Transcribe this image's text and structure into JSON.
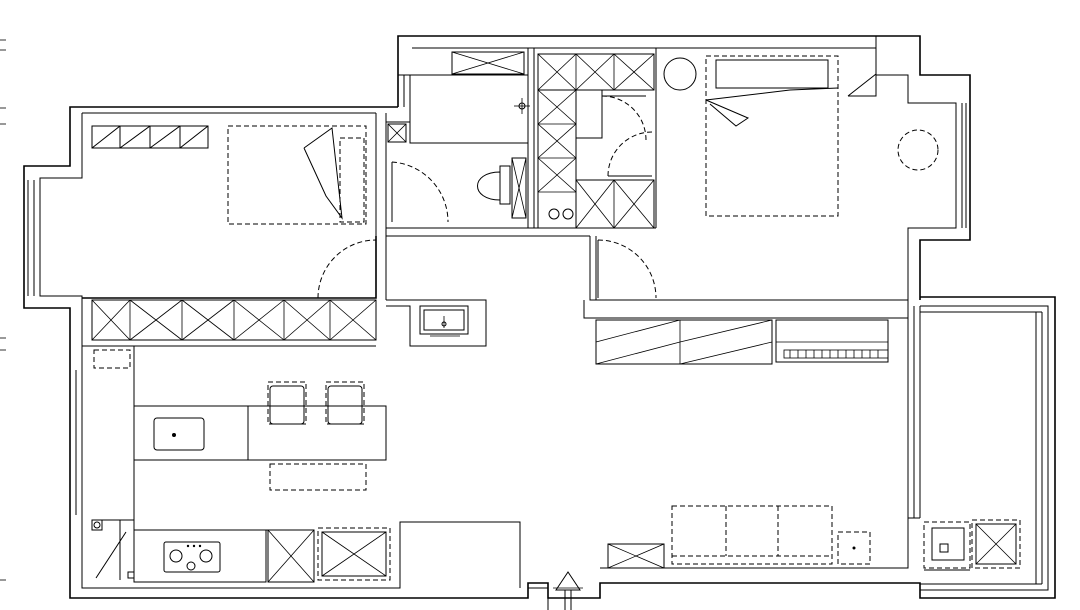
{
  "plan": {
    "line_color": "#000000",
    "background_color": "#ffffff",
    "rooms": [
      "bedroom-left",
      "bathroom",
      "walk-in-closet",
      "master-bedroom",
      "dining-kitchen",
      "living-room",
      "balcony"
    ],
    "fixtures": [
      "bed",
      "double-bed",
      "toilet",
      "sink",
      "stove",
      "kitchen-sink",
      "sofa",
      "bar-stool",
      "washing-machine",
      "round-table",
      "tv-cabinet",
      "entrance-arrow"
    ]
  }
}
